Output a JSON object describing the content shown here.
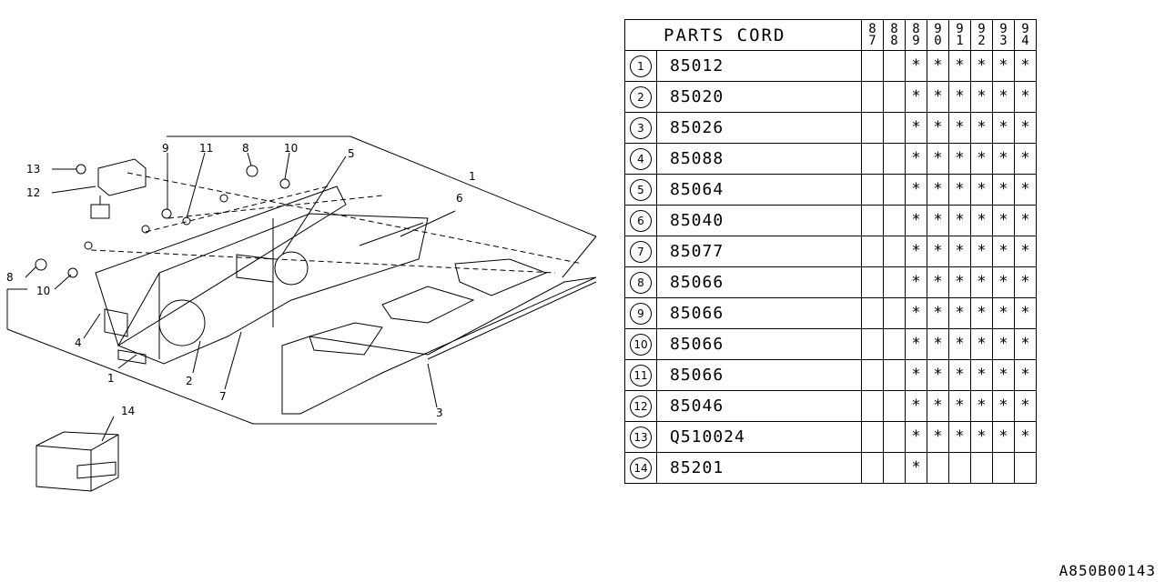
{
  "diagram": {
    "callouts": [
      "1",
      "1",
      "2",
      "3",
      "4",
      "5",
      "6",
      "7",
      "8",
      "8",
      "9",
      "10",
      "10",
      "11",
      "12",
      "13",
      "14"
    ]
  },
  "table": {
    "header_title": "PARTS CORD",
    "years": [
      [
        "8",
        "7"
      ],
      [
        "8",
        "8"
      ],
      [
        "8",
        "9"
      ],
      [
        "9",
        "0"
      ],
      [
        "9",
        "1"
      ],
      [
        "9",
        "2"
      ],
      [
        "9",
        "3"
      ],
      [
        "9",
        "4"
      ]
    ],
    "rows": [
      {
        "num": "1",
        "code": "85012",
        "marks": [
          "",
          "",
          "*",
          "*",
          "*",
          "*",
          "*",
          "*"
        ]
      },
      {
        "num": "2",
        "code": "85020",
        "marks": [
          "",
          "",
          "*",
          "*",
          "*",
          "*",
          "*",
          "*"
        ]
      },
      {
        "num": "3",
        "code": "85026",
        "marks": [
          "",
          "",
          "*",
          "*",
          "*",
          "*",
          "*",
          "*"
        ]
      },
      {
        "num": "4",
        "code": "85088",
        "marks": [
          "",
          "",
          "*",
          "*",
          "*",
          "*",
          "*",
          "*"
        ]
      },
      {
        "num": "5",
        "code": "85064",
        "marks": [
          "",
          "",
          "*",
          "*",
          "*",
          "*",
          "*",
          "*"
        ]
      },
      {
        "num": "6",
        "code": "85040",
        "marks": [
          "",
          "",
          "*",
          "*",
          "*",
          "*",
          "*",
          "*"
        ]
      },
      {
        "num": "7",
        "code": "85077",
        "marks": [
          "",
          "",
          "*",
          "*",
          "*",
          "*",
          "*",
          "*"
        ]
      },
      {
        "num": "8",
        "code": "85066",
        "marks": [
          "",
          "",
          "*",
          "*",
          "*",
          "*",
          "*",
          "*"
        ]
      },
      {
        "num": "9",
        "code": "85066",
        "marks": [
          "",
          "",
          "*",
          "*",
          "*",
          "*",
          "*",
          "*"
        ]
      },
      {
        "num": "10",
        "code": "85066",
        "marks": [
          "",
          "",
          "*",
          "*",
          "*",
          "*",
          "*",
          "*"
        ]
      },
      {
        "num": "11",
        "code": "85066",
        "marks": [
          "",
          "",
          "*",
          "*",
          "*",
          "*",
          "*",
          "*"
        ]
      },
      {
        "num": "12",
        "code": "85046",
        "marks": [
          "",
          "",
          "*",
          "*",
          "*",
          "*",
          "*",
          "*"
        ]
      },
      {
        "num": "13",
        "code": "Q510024",
        "marks": [
          "",
          "",
          "*",
          "*",
          "*",
          "*",
          "*",
          "*"
        ]
      },
      {
        "num": "14",
        "code": "85201",
        "marks": [
          "",
          "",
          "*",
          "",
          "",
          "",
          "",
          ""
        ]
      }
    ]
  },
  "reference_code": "A850B00143"
}
